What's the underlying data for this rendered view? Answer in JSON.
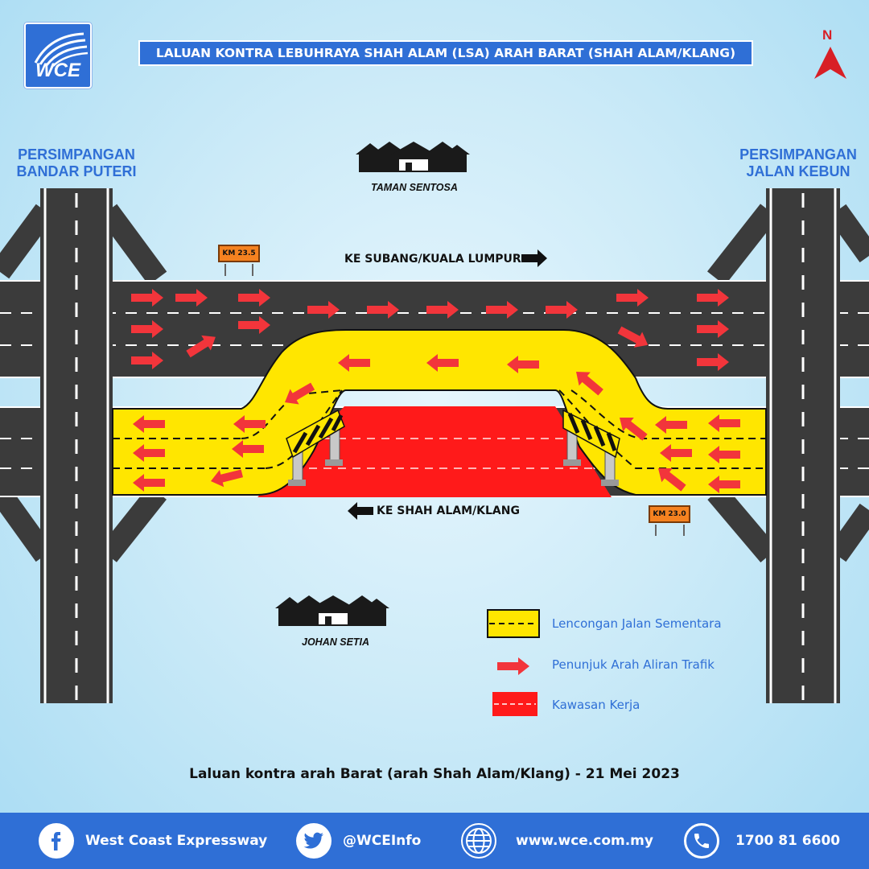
{
  "logo": {
    "text": "WCE"
  },
  "title": "LALUAN KONTRA LEBUHRAYA SHAH ALAM (LSA) ARAH BARAT (SHAH ALAM/KLANG)",
  "north": "N",
  "junctions": {
    "left": {
      "line1": "PERSIMPANGAN",
      "line2": "BANDAR PUTERI"
    },
    "right": {
      "line1": "PERSIMPANGAN",
      "line2": "JALAN KEBUN"
    }
  },
  "areas": {
    "top": "TAMAN SENTOSA",
    "bottom": "JOHAN SETIA"
  },
  "directions": {
    "east": "KE SUBANG/KUALA LUMPUR",
    "west": "KE SHAH ALAM/KLANG"
  },
  "km_signs": {
    "west": "KM 23.5",
    "east": "KM 23.0"
  },
  "legend": {
    "detour": "Lencongan Jalan Sementara",
    "arrow": "Penunjuk Arah Aliran Trafik",
    "work": "Kawasan Kerja"
  },
  "caption": "Laluan kontra arah Barat (arah Shah Alam/Klang) - 21 Mei 2023",
  "footer": {
    "facebook": "West Coast Expressway",
    "twitter": "@WCEInfo",
    "website": "www.wce.com.my",
    "phone": "1700 81 6600"
  },
  "colors": {
    "brand": "#2f6fd6",
    "road": "#3b3b3b",
    "detour": "#ffe600",
    "work_zone": "#ff1a1a",
    "arrow": "#f2353b",
    "north": "#d81f26"
  },
  "icons": [
    "facebook-icon",
    "twitter-icon",
    "globe-icon",
    "phone-icon",
    "houses-icon",
    "barrier-icon",
    "north-arrow-icon"
  ]
}
